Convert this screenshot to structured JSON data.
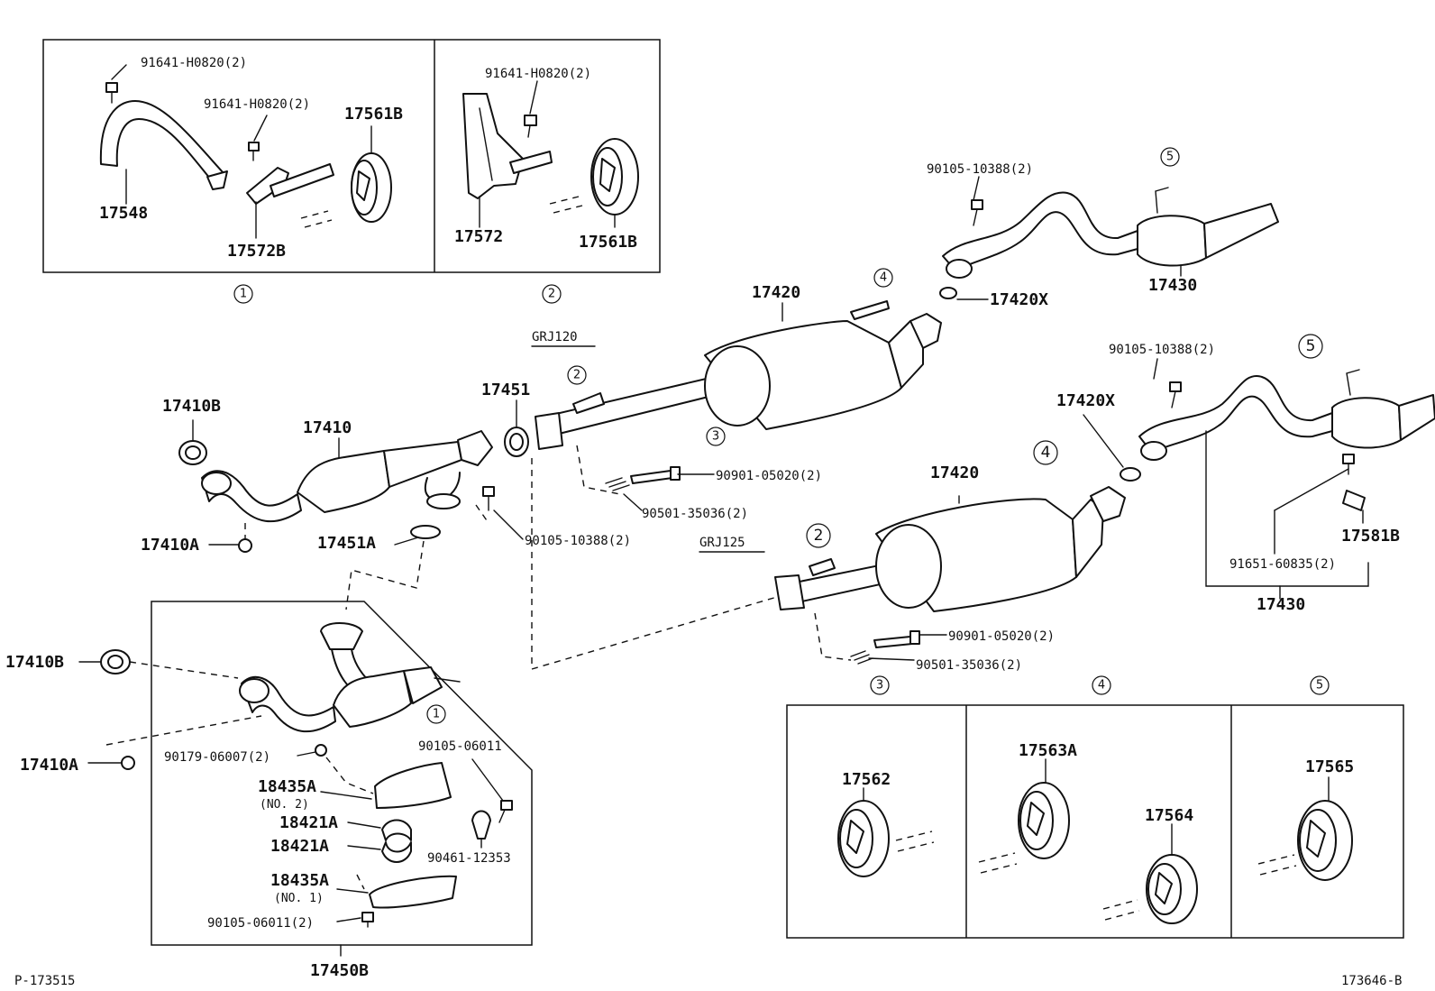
{
  "doc": {
    "ref_left": "P-173515",
    "ref_right": "173646-B"
  },
  "models": {
    "grj120": "GRJ120",
    "grj125": "GRJ125"
  },
  "labels": {
    "p91641_h0820_2": "91641-H0820(2)",
    "p17548": "17548",
    "p17572B": "17572B",
    "p17561B": "17561B",
    "p17572": "17572",
    "p90105_10388_2": "90105-10388(2)",
    "p17430": "17430",
    "p17420": "17420",
    "p17420X": "17420X",
    "p17451": "17451",
    "p17410B": "17410B",
    "p17410": "17410",
    "p17410A": "17410A",
    "p17451A": "17451A",
    "p90901_05020_2": "90901-05020(2)",
    "p90501_35036_2": "90501-35036(2)",
    "p91651_60835_2": "91651-60835(2)",
    "p17581B": "17581B",
    "p90179_06007_2": "90179-06007(2)",
    "p90105_06011": "90105-06011",
    "p90105_06011_2": "90105-06011(2)",
    "p18435A": "18435A",
    "no2": "(NO. 2)",
    "no1": "(NO. 1)",
    "p18421A": "18421A",
    "p90461_12353": "90461-12353",
    "p17450B": "17450B",
    "p17562": "17562",
    "p17563A": "17563A",
    "p17564": "17564",
    "p17565": "17565"
  },
  "callouts": {
    "c1": "1",
    "c2": "2",
    "c3": "3",
    "c4": "4",
    "c5": "5"
  }
}
